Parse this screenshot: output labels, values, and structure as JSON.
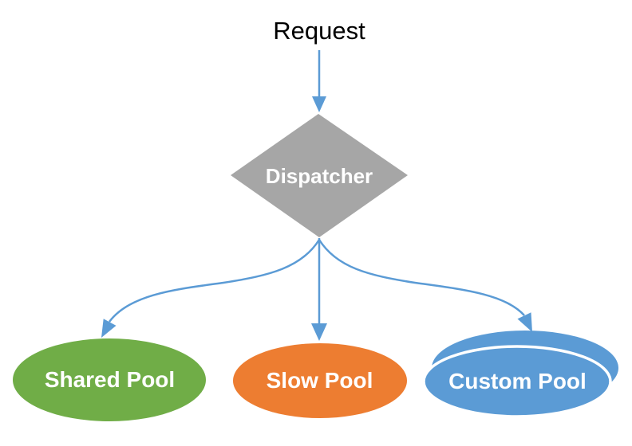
{
  "diagram": {
    "background": "#FFFFFF",
    "nodes": {
      "request": {
        "label": "Request",
        "shape": "text",
        "text_color": "#000000"
      },
      "dispatcher": {
        "label": "Dispatcher",
        "shape": "diamond",
        "color": "#A6A6A6",
        "text_color": "#FFFFFF"
      },
      "shared_pool": {
        "label": "Shared Pool",
        "shape": "ellipse",
        "color": "#70AD47",
        "text_color": "#FFFFFF"
      },
      "slow_pool": {
        "label": "Slow Pool",
        "shape": "ellipse",
        "color": "#ED7D31",
        "text_color": "#FFFFFF"
      },
      "custom_pool": {
        "label": "Custom Pool",
        "shape": "stacked-ellipse",
        "color": "#5B9BD5",
        "text_color": "#FFFFFF"
      }
    },
    "edges": [
      {
        "from": "request",
        "to": "dispatcher",
        "style": "straight-arrow"
      },
      {
        "from": "dispatcher",
        "to": "shared_pool",
        "style": "curved-arrow"
      },
      {
        "from": "dispatcher",
        "to": "slow_pool",
        "style": "straight-arrow"
      },
      {
        "from": "dispatcher",
        "to": "custom_pool",
        "style": "curved-arrow"
      }
    ],
    "colors": {
      "arrow": "#5B9BD5",
      "stacked_ellipse_gap": "#FFFFFF"
    }
  }
}
